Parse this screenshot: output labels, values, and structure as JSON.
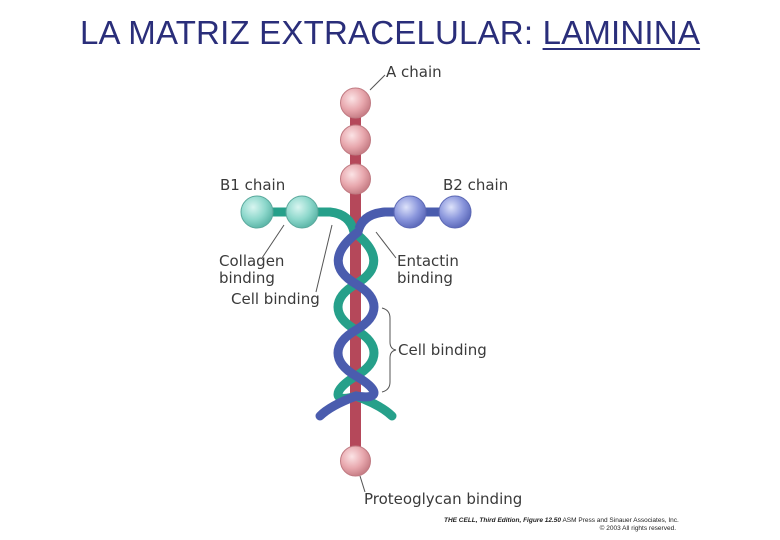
{
  "title": {
    "prefix": "LA MATRIZ EXTRACELULAR: ",
    "underlined": "LAMININA"
  },
  "labels": {
    "a_chain": "A chain",
    "b1_chain": "B1 chain",
    "b2_chain": "B2 chain",
    "collagen_binding_line1": "Collagen",
    "collagen_binding_line2": "binding",
    "cell_binding_left": "Cell binding",
    "entactin_binding_line1": "Entactin",
    "entactin_binding_line2": "binding",
    "cell_binding_right": "Cell binding",
    "proteoglycan_binding": "Proteoglycan binding"
  },
  "credit": {
    "bold": "THE CELL, Third Edition, Figure 12.50",
    "rest": " ASM Press and Sinauer Associates, Inc.",
    "line2": "© 2003 All rights reserved."
  },
  "colors": {
    "title": "#2a2e7a",
    "a_chain": "#b5485a",
    "b1_chain": "#26a08a",
    "b2_chain": "#4a5cae",
    "pink_globule": "#e8a8ae",
    "teal_globule": "#8ed8cc",
    "blue_globule": "#8a96dc"
  }
}
